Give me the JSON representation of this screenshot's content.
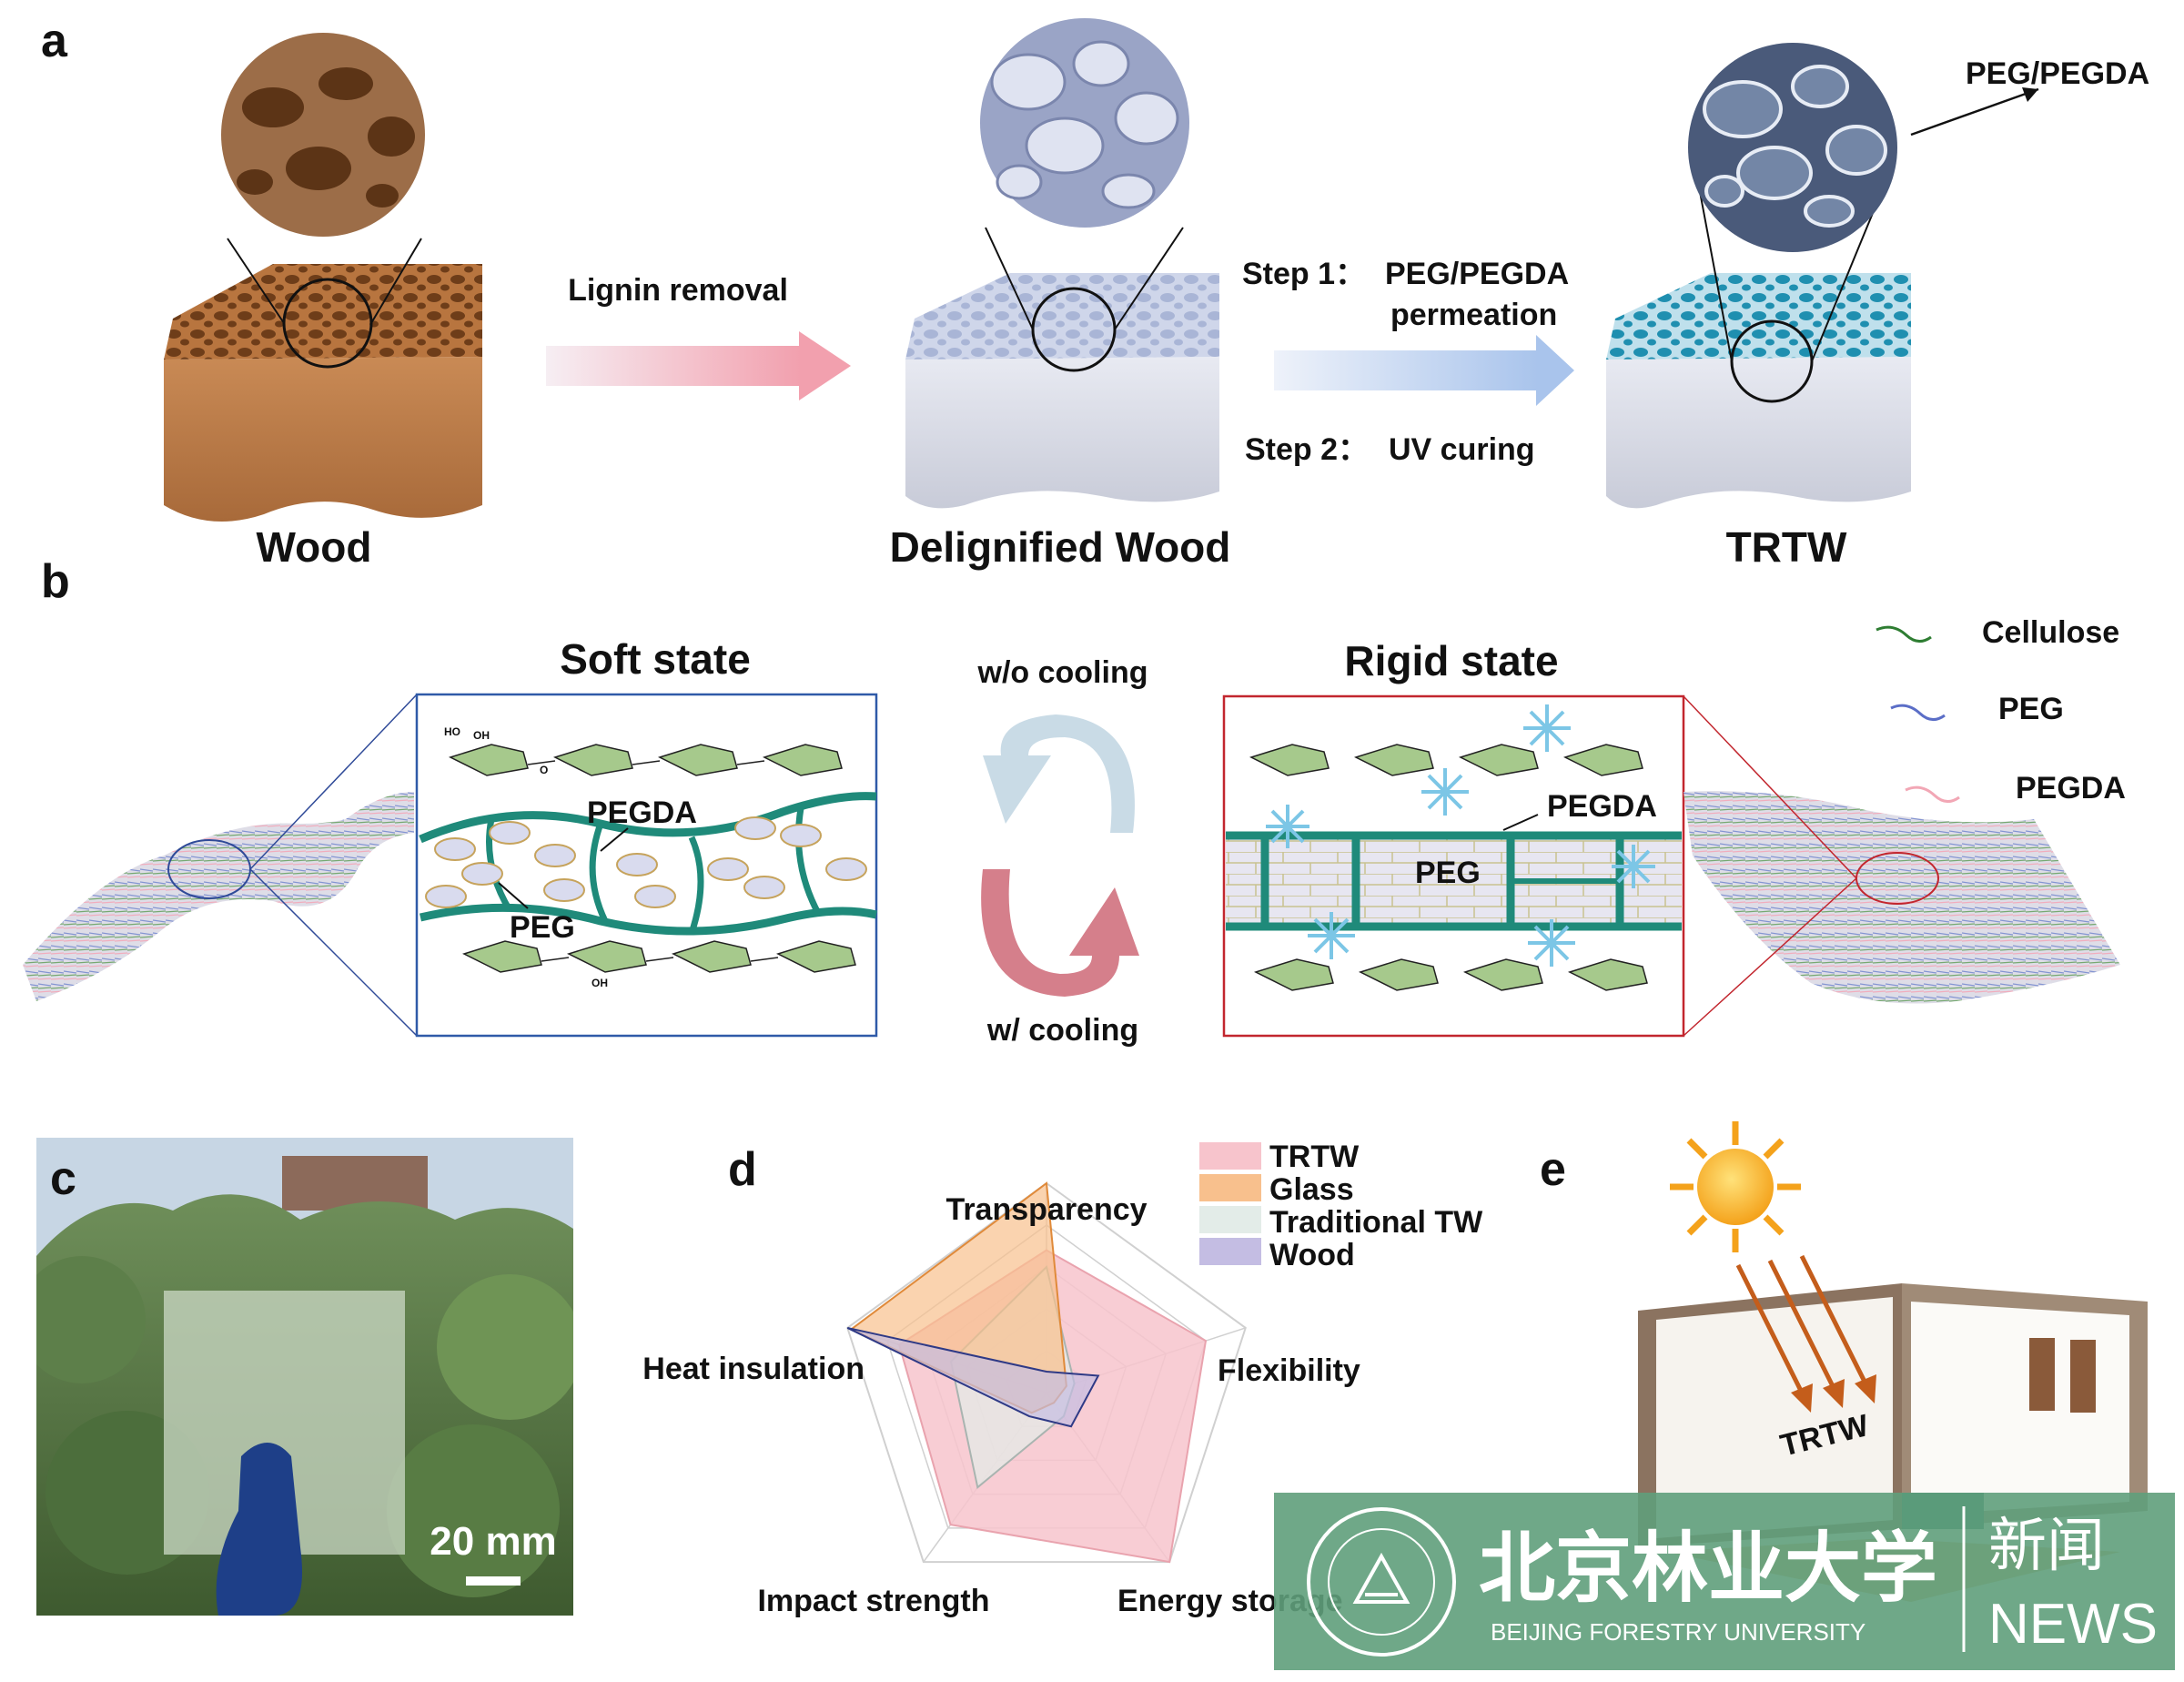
{
  "panels": {
    "a": "a",
    "b": "b",
    "c": "c",
    "d": "d",
    "e": "e"
  },
  "panel_a": {
    "wood_label": "Wood",
    "delignified_label": "Delignified Wood",
    "trtw_label": "TRTW",
    "lignin_removal": "Lignin removal",
    "step1": "Step 1：",
    "step1_desc_line1": "PEG/PEGDA",
    "step1_desc_line2": "permeation",
    "step2": "Step 2：",
    "step2_desc": "UV curing",
    "peg_pegda_callout": "PEG/PEGDA"
  },
  "panel_b": {
    "soft_state": "Soft state",
    "rigid_state": "Rigid state",
    "wo_cooling": "w/o  cooling",
    "w_cooling": "w/ cooling",
    "soft_pegda": "PEGDA",
    "soft_peg": "PEG",
    "rigid_pegda": "PEGDA",
    "rigid_peg": "PEG",
    "oh": "OH",
    "ho": "HO",
    "o": "O",
    "legend": [
      {
        "label": "Cellulose",
        "color": "#2e7d32"
      },
      {
        "label": "PEG",
        "color": "#5b6ec7"
      },
      {
        "label": "PEGDA",
        "color": "#f2a7b5"
      }
    ]
  },
  "panel_c": {
    "scale_bar": "20 mm"
  },
  "panel_d": {
    "axes": [
      "Transparency",
      "Flexibility",
      "Energy storage",
      "Impact strength",
      "Heat insulation"
    ],
    "legend": [
      {
        "label": "TRTW",
        "color": "#f7c4cc"
      },
      {
        "label": "Glass",
        "color": "#f8c08d"
      },
      {
        "label": "Traditional TW",
        "color": "#e3ece8"
      },
      {
        "label": "Wood",
        "color": "#c4bde3"
      }
    ]
  },
  "chart_data": {
    "type": "radar",
    "categories": [
      "Transparency",
      "Flexibility",
      "Energy storage",
      "Impact strength",
      "Heat insulation"
    ],
    "rmax": 5,
    "series": [
      {
        "name": "TRTW",
        "values": [
          3.4,
          4.0,
          5.0,
          3.9,
          3.7
        ],
        "color": "#f7c4cc"
      },
      {
        "name": "Traditional TW",
        "values": [
          3.0,
          0.7,
          0.7,
          2.8,
          2.4
        ],
        "color": "#e3ece8"
      },
      {
        "name": "Glass",
        "values": [
          5.0,
          0.5,
          0.3,
          0.6,
          4.9
        ],
        "color": "#f8c08d"
      },
      {
        "name": "Wood",
        "values": [
          0.5,
          1.3,
          1.0,
          0.7,
          5.0
        ],
        "color": "#c4bde3"
      }
    ]
  },
  "panel_e": {
    "trtw_label": "TRTW"
  },
  "watermark": {
    "chinese": "北京林业大学",
    "english": "BEIJING FORESTRY UNIVERSITY",
    "news_cn": "新闻",
    "news_en": "NEWS"
  }
}
